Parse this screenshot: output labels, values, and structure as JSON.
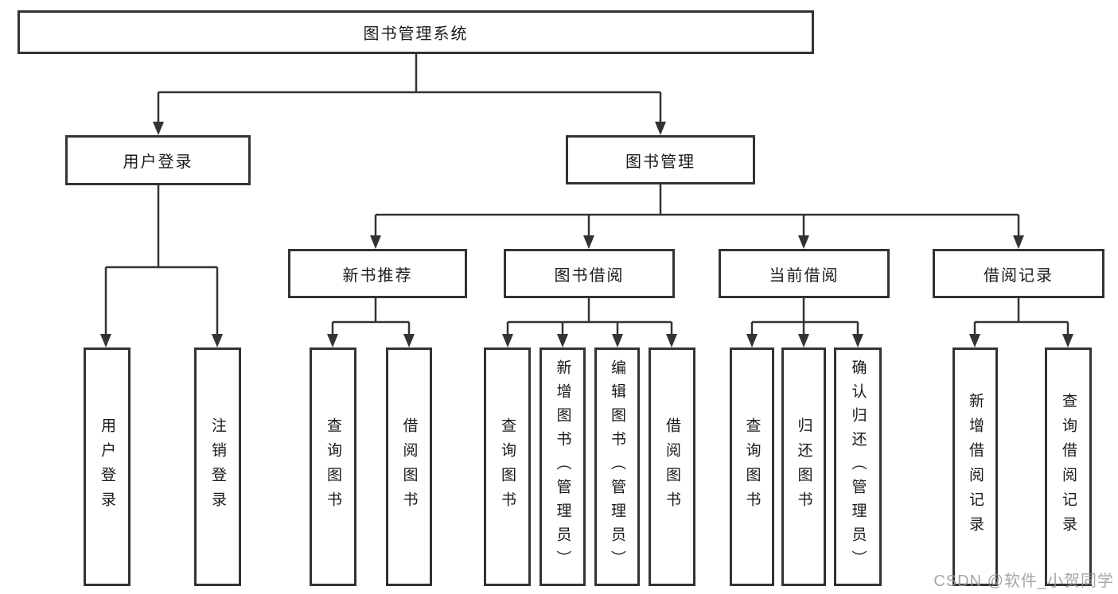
{
  "diagram": {
    "nodes": {
      "root": "图书管理系统",
      "user_login": "用户登录",
      "book_mgmt": "图书管理",
      "new_book_rec": "新书推荐",
      "book_borrow": "图书借阅",
      "current_borrow": "当前借阅",
      "borrow_records": "借阅记录",
      "user_login_children": {
        "login": "用户登录",
        "logout": "注销登录"
      },
      "new_book_children": {
        "query": "查询图书",
        "borrow": "借阅图书"
      },
      "book_borrow_children": {
        "query": "查询图书",
        "add": "新增图书（管理员）",
        "edit": "编辑图书（管理员）",
        "borrow": "借阅图书"
      },
      "current_borrow_children": {
        "query": "查询图书",
        "return": "归还图书",
        "confirm": "确认归还（管理员）"
      },
      "borrow_records_children": {
        "add": "新增借阅记录",
        "query": "查询借阅记录"
      }
    },
    "colors": {
      "line": "#333333",
      "box_border": "#333333",
      "text": "#1a1a1a",
      "background": "#ffffff",
      "watermark": "#969696"
    }
  },
  "watermark": "CSDN @软件_小贺同学"
}
